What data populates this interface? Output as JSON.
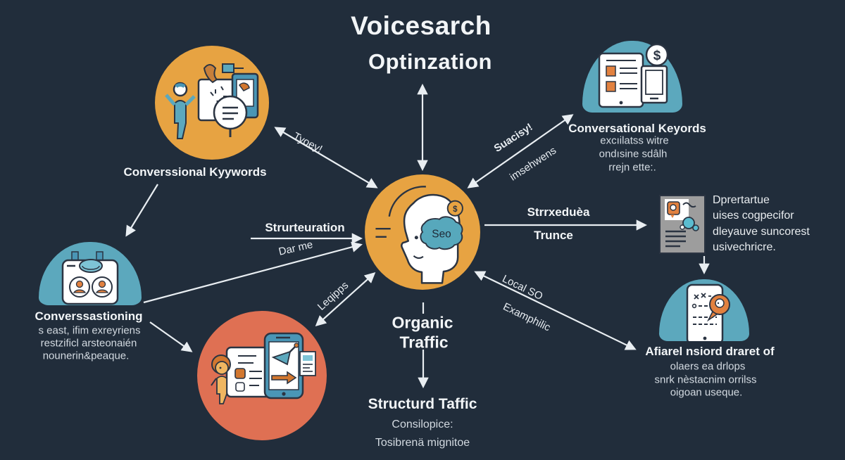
{
  "title": {
    "line1": "Voicesarch",
    "line2": "Optinzation"
  },
  "center": {
    "brain_label": "Seo",
    "coin": "$"
  },
  "nodes": {
    "top_left": {
      "label": "Converssional Kyywords"
    },
    "top_right": {
      "label": "Conversational Keyords",
      "coin": "$",
      "lines": [
        "excıilatss witre",
        "ondısine sdâlh",
        "rrejn ette:."
      ]
    },
    "left": {
      "label": "Converssastioning",
      "lines": [
        "s east, ifim exreyriens",
        "restzificl arsteonaién",
        "nounerin&peaque."
      ]
    },
    "doc": {
      "lines": [
        "Dprertartue",
        "uises cogpecifor",
        "dleyauve suncorest",
        "usivechricre."
      ]
    },
    "bottom_right": {
      "label": "Afiarel nsiord draret of",
      "lines": [
        "olaers ea drlops",
        "snrk nèstacnim orrilss",
        "oigoan useque."
      ]
    }
  },
  "arrow_labels": {
    "tyoey": "Tyoey!",
    "suacisy": "Suacisy!",
    "imsehuens": "imsehwens",
    "strurteuration": "Strurteuration",
    "dar_me": "Dar me",
    "leqipps": "Leqipps",
    "strrxedua": "Strrxeduèa",
    "trunce": "Trunce",
    "local_so": "Local SO",
    "examphilic": "Examphilic"
  },
  "bottom": {
    "organic_line1": "Organic",
    "organic_line2": "Traffic",
    "structured": "Structurd Taffic",
    "sub1": "Consilopice:",
    "sub2": "Tosibrenä mignitoe"
  },
  "colors": {
    "background": "#212d3b",
    "orange": "#e7a342",
    "teal": "#5ca8bd",
    "coral": "#df7053",
    "gray_doc": "#9d9d9d",
    "text": "#f2f5f7",
    "subtext": "#d3dae1",
    "arrow": "#e9eef2",
    "outline": "#2b3442"
  }
}
